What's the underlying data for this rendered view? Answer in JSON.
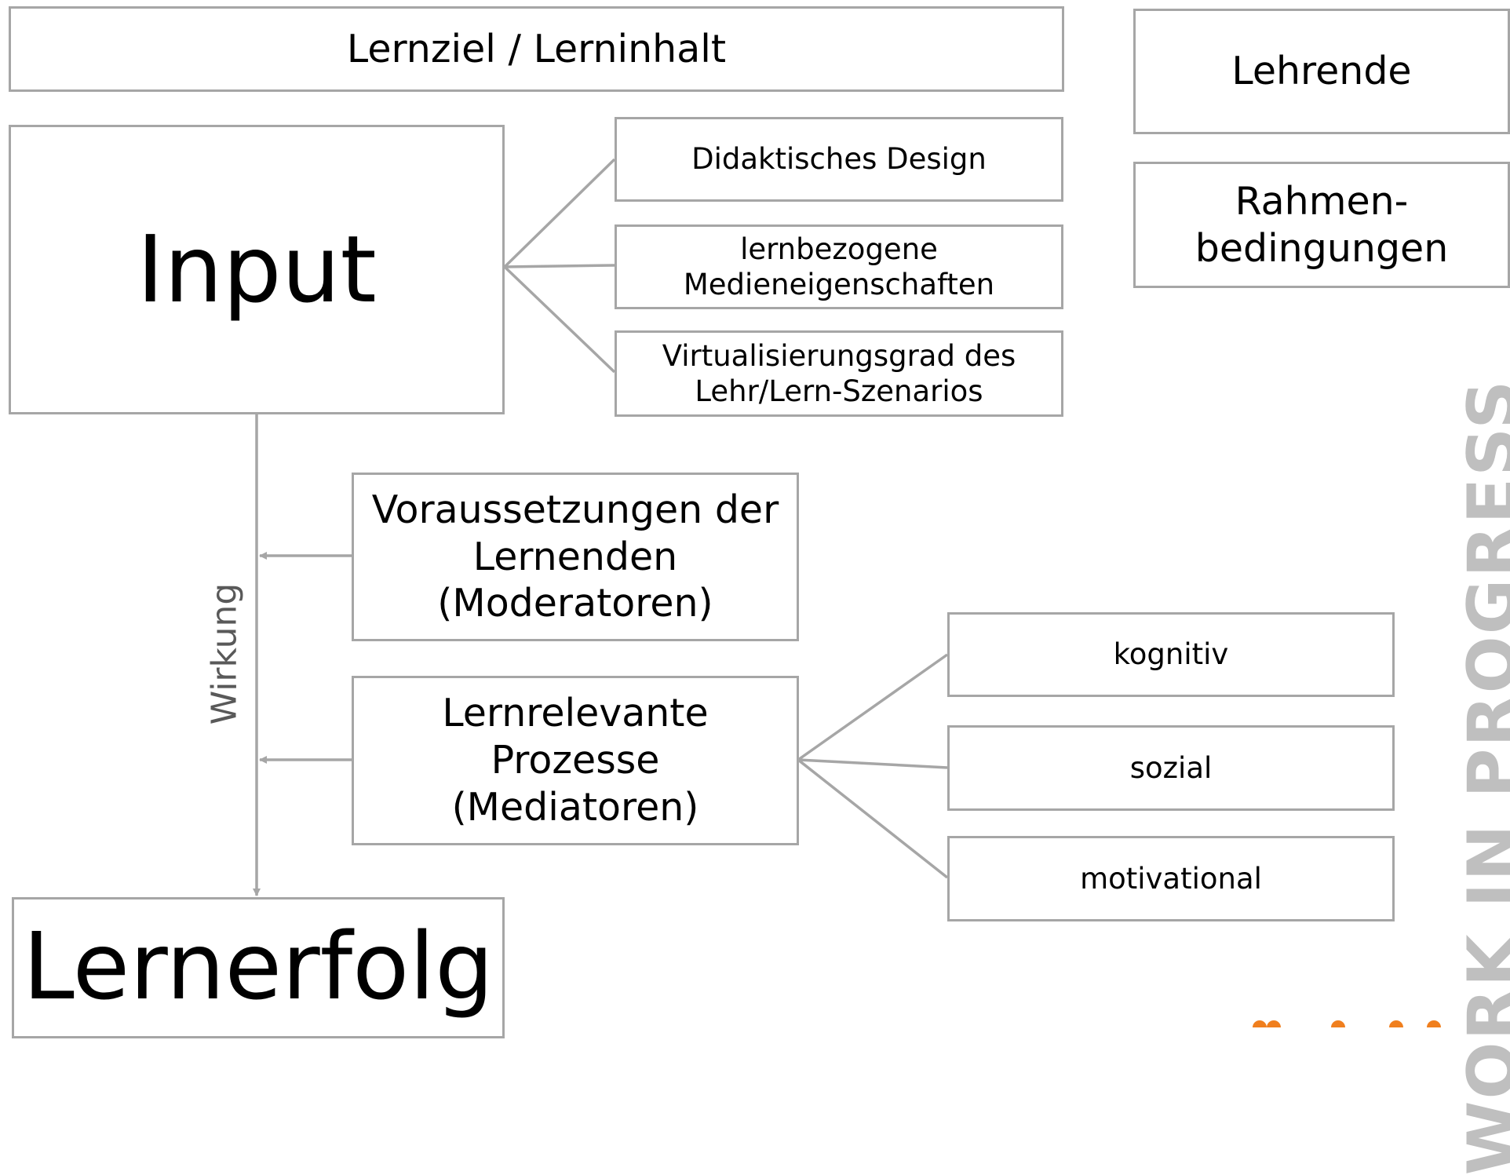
{
  "boxes": {
    "lernziel": "Lernziel / Lerninhalt",
    "lehrende": "Lehrende",
    "rahmen": "Rahmen-\nbedingungen",
    "input": "Input",
    "didaktisch": "Didaktisches Design",
    "medien": "lernbezogene\nMedieneigenschaften",
    "virtual": "Virtualisierungsgrad des\nLehr/Lern-Szenarios",
    "voraussetzungen": "Voraussetzungen der\nLernenden\n(Moderatoren)",
    "prozesse": "Lernrelevante\nProzesse\n(Mediatoren)",
    "kognitiv": "kognitiv",
    "sozial": "sozial",
    "motivational": "motivational",
    "lernerfolg": "Lernerfolg"
  },
  "labels": {
    "wirkung": "Wirkung",
    "watermark": "WORK IN PROGRESS"
  },
  "colors": {
    "border": "#a6a6a6",
    "text": "#000000",
    "watermark": "#bfbfbf",
    "accent": "#f07f1e"
  }
}
